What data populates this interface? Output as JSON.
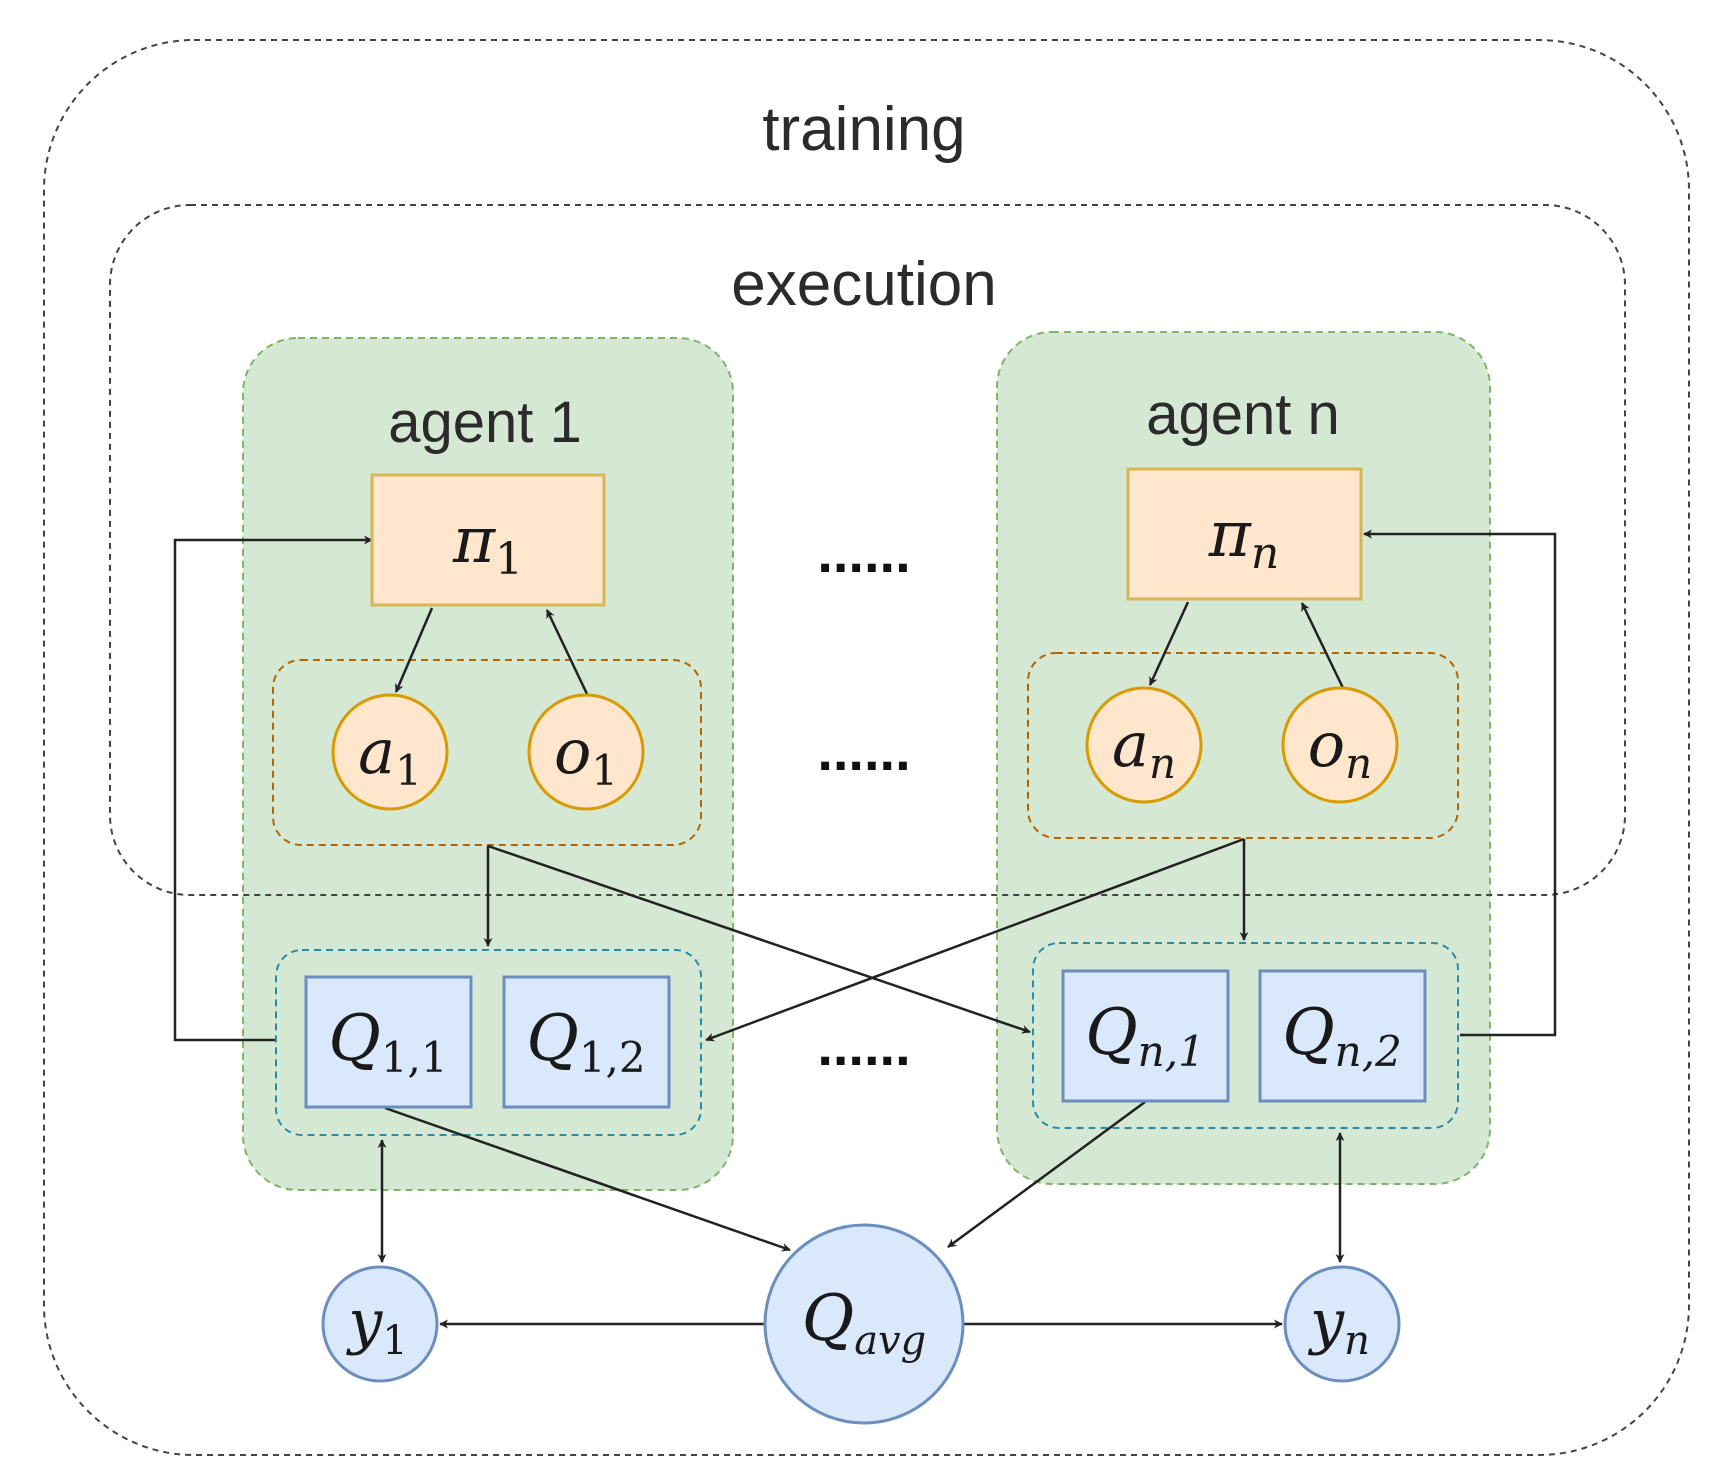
{
  "labels": {
    "training": "training",
    "execution": "execution",
    "agent_1": "agent 1",
    "agent_n": "agent n",
    "ellipsis_top": "......",
    "ellipsis_mid": "......",
    "ellipsis_bottom": "......"
  },
  "nodes": {
    "pi_1": {
      "base": "π",
      "sub": "1"
    },
    "pi_n": {
      "base": "π",
      "sub": "n"
    },
    "a_1": {
      "base": "a",
      "sub": "1"
    },
    "o_1": {
      "base": "o",
      "sub": "1"
    },
    "a_n": {
      "base": "a",
      "sub": "n"
    },
    "o_n": {
      "base": "o",
      "sub": "n"
    },
    "q_1_1": {
      "base": "Q",
      "sub": "1,1"
    },
    "q_1_2": {
      "base": "Q",
      "sub": "1,2"
    },
    "q_n_1": {
      "base": "Q",
      "sub": "n,1"
    },
    "q_n_2": {
      "base": "Q",
      "sub": "n,2"
    },
    "q_avg": {
      "base": "Q",
      "sub": "avg"
    },
    "y_1": {
      "base": "y",
      "sub": "1"
    },
    "y_n": {
      "base": "y",
      "sub": "n"
    }
  },
  "colors": {
    "agent_fill": "#d5e8d4",
    "agent_border": "#82b366",
    "policy_fill": "#ffe6cc",
    "policy_border": "#d6b656",
    "obs_fill": "#ffe6cc",
    "obs_border": "#d79b00",
    "q_fill": "#dae8fc",
    "q_border": "#6c8ebf",
    "obs_group_border": "#b46504",
    "q_group_border": "#2b8ca8",
    "line": "#222222"
  }
}
